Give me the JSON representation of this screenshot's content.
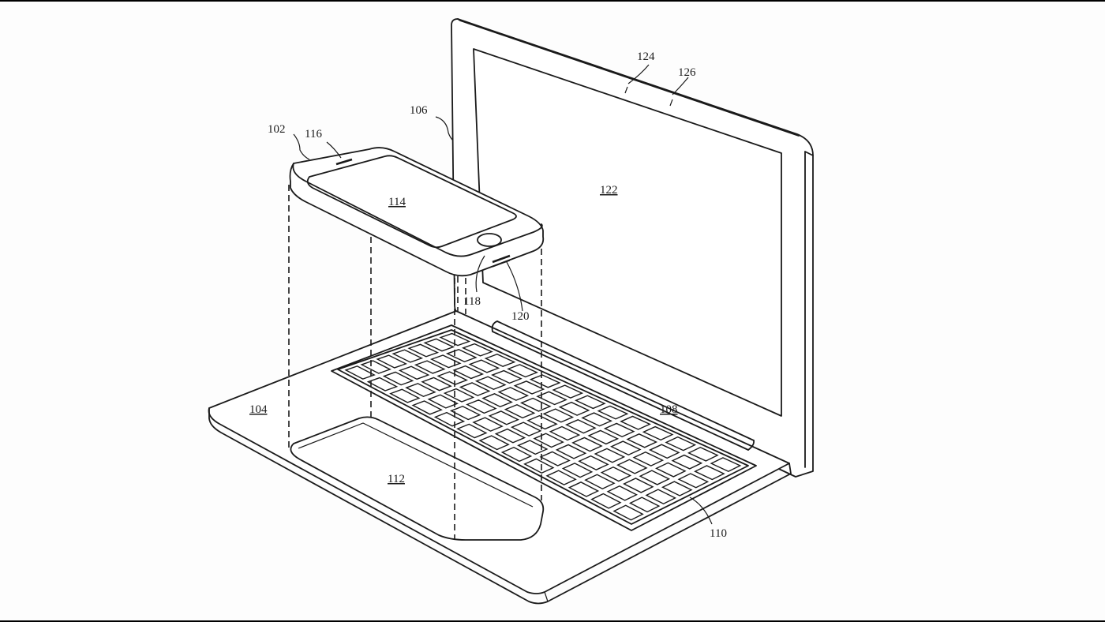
{
  "figure": {
    "background": "#fdfdfd",
    "line_color": "#1a1a1a",
    "letterbox_color": "#000000",
    "reference_numerals": {
      "phone": "102",
      "laptop_base": "104",
      "display_housing": "106",
      "hinge_area": "108",
      "keyboard": "110",
      "trackpad_recess": "112",
      "phone_screen": "114",
      "phone_speaker": "116",
      "home_button": "118",
      "connector_port": "120",
      "laptop_display": "122",
      "camera": "124",
      "bezel": "126"
    }
  }
}
